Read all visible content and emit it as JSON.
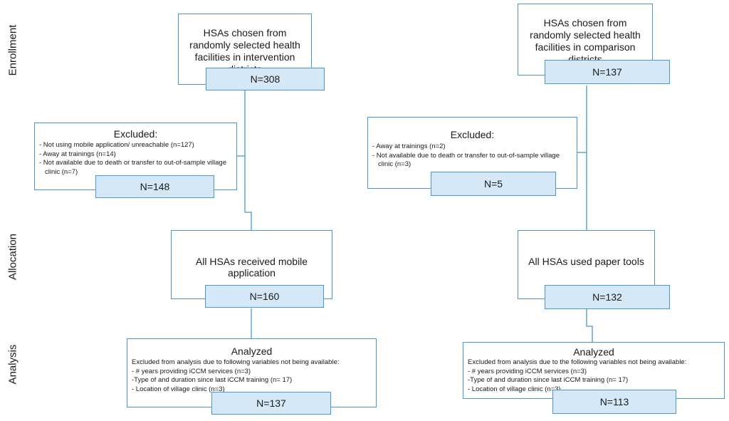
{
  "stages": {
    "enrollment": "Enrollment",
    "allocation": "Allocation",
    "analysis": "Analysis"
  },
  "left": {
    "enrollment": {
      "text": "HSAs chosen from randomly selected health facilities in intervention districts",
      "n": "N=308"
    },
    "excluded": {
      "title": "Excluded:",
      "items": [
        "- Not using mobile application/ unreachable (n=127)",
        "- Away at trainings (n=14)",
        "- Not available due to death or transfer to out-of-sample village clinic (n=7)"
      ],
      "n": "N=148"
    },
    "allocation": {
      "text": "All HSAs received mobile application",
      "n": "N=160"
    },
    "analysis": {
      "title": "Analyzed",
      "items": [
        "Excluded from analysis due to following variables not being available:",
        "- # years providing iCCM services (n=3)",
        "-Type of and duration since last iCCM training (n= 17)",
        "- Location of village clinic (n=3)"
      ],
      "n": "N=137"
    }
  },
  "right": {
    "enrollment": {
      "text": "HSAs chosen from randomly selected health facilities in comparison districts",
      "n": "N=137"
    },
    "excluded": {
      "title": "Excluded:",
      "items": [
        "- Away at trainings (n=2)",
        "- Not available due to death or transfer to out-of-sample village clinic (n=3)"
      ],
      "n": "N=5"
    },
    "allocation": {
      "text": "All HSAs used paper tools",
      "n": "N=132"
    },
    "analysis": {
      "title": "Analyzed",
      "items": [
        "Excluded from analysis due to the following variables not being available:",
        "- # years providing iCCM services (n=3)",
        "-Type of and duration since last iCCM training (n= 17)",
        "- Location of village clinic (n=3)"
      ],
      "n": "N=113"
    }
  },
  "colors": {
    "border": "#4a96d0",
    "n_fill": "#d4e8f8"
  }
}
